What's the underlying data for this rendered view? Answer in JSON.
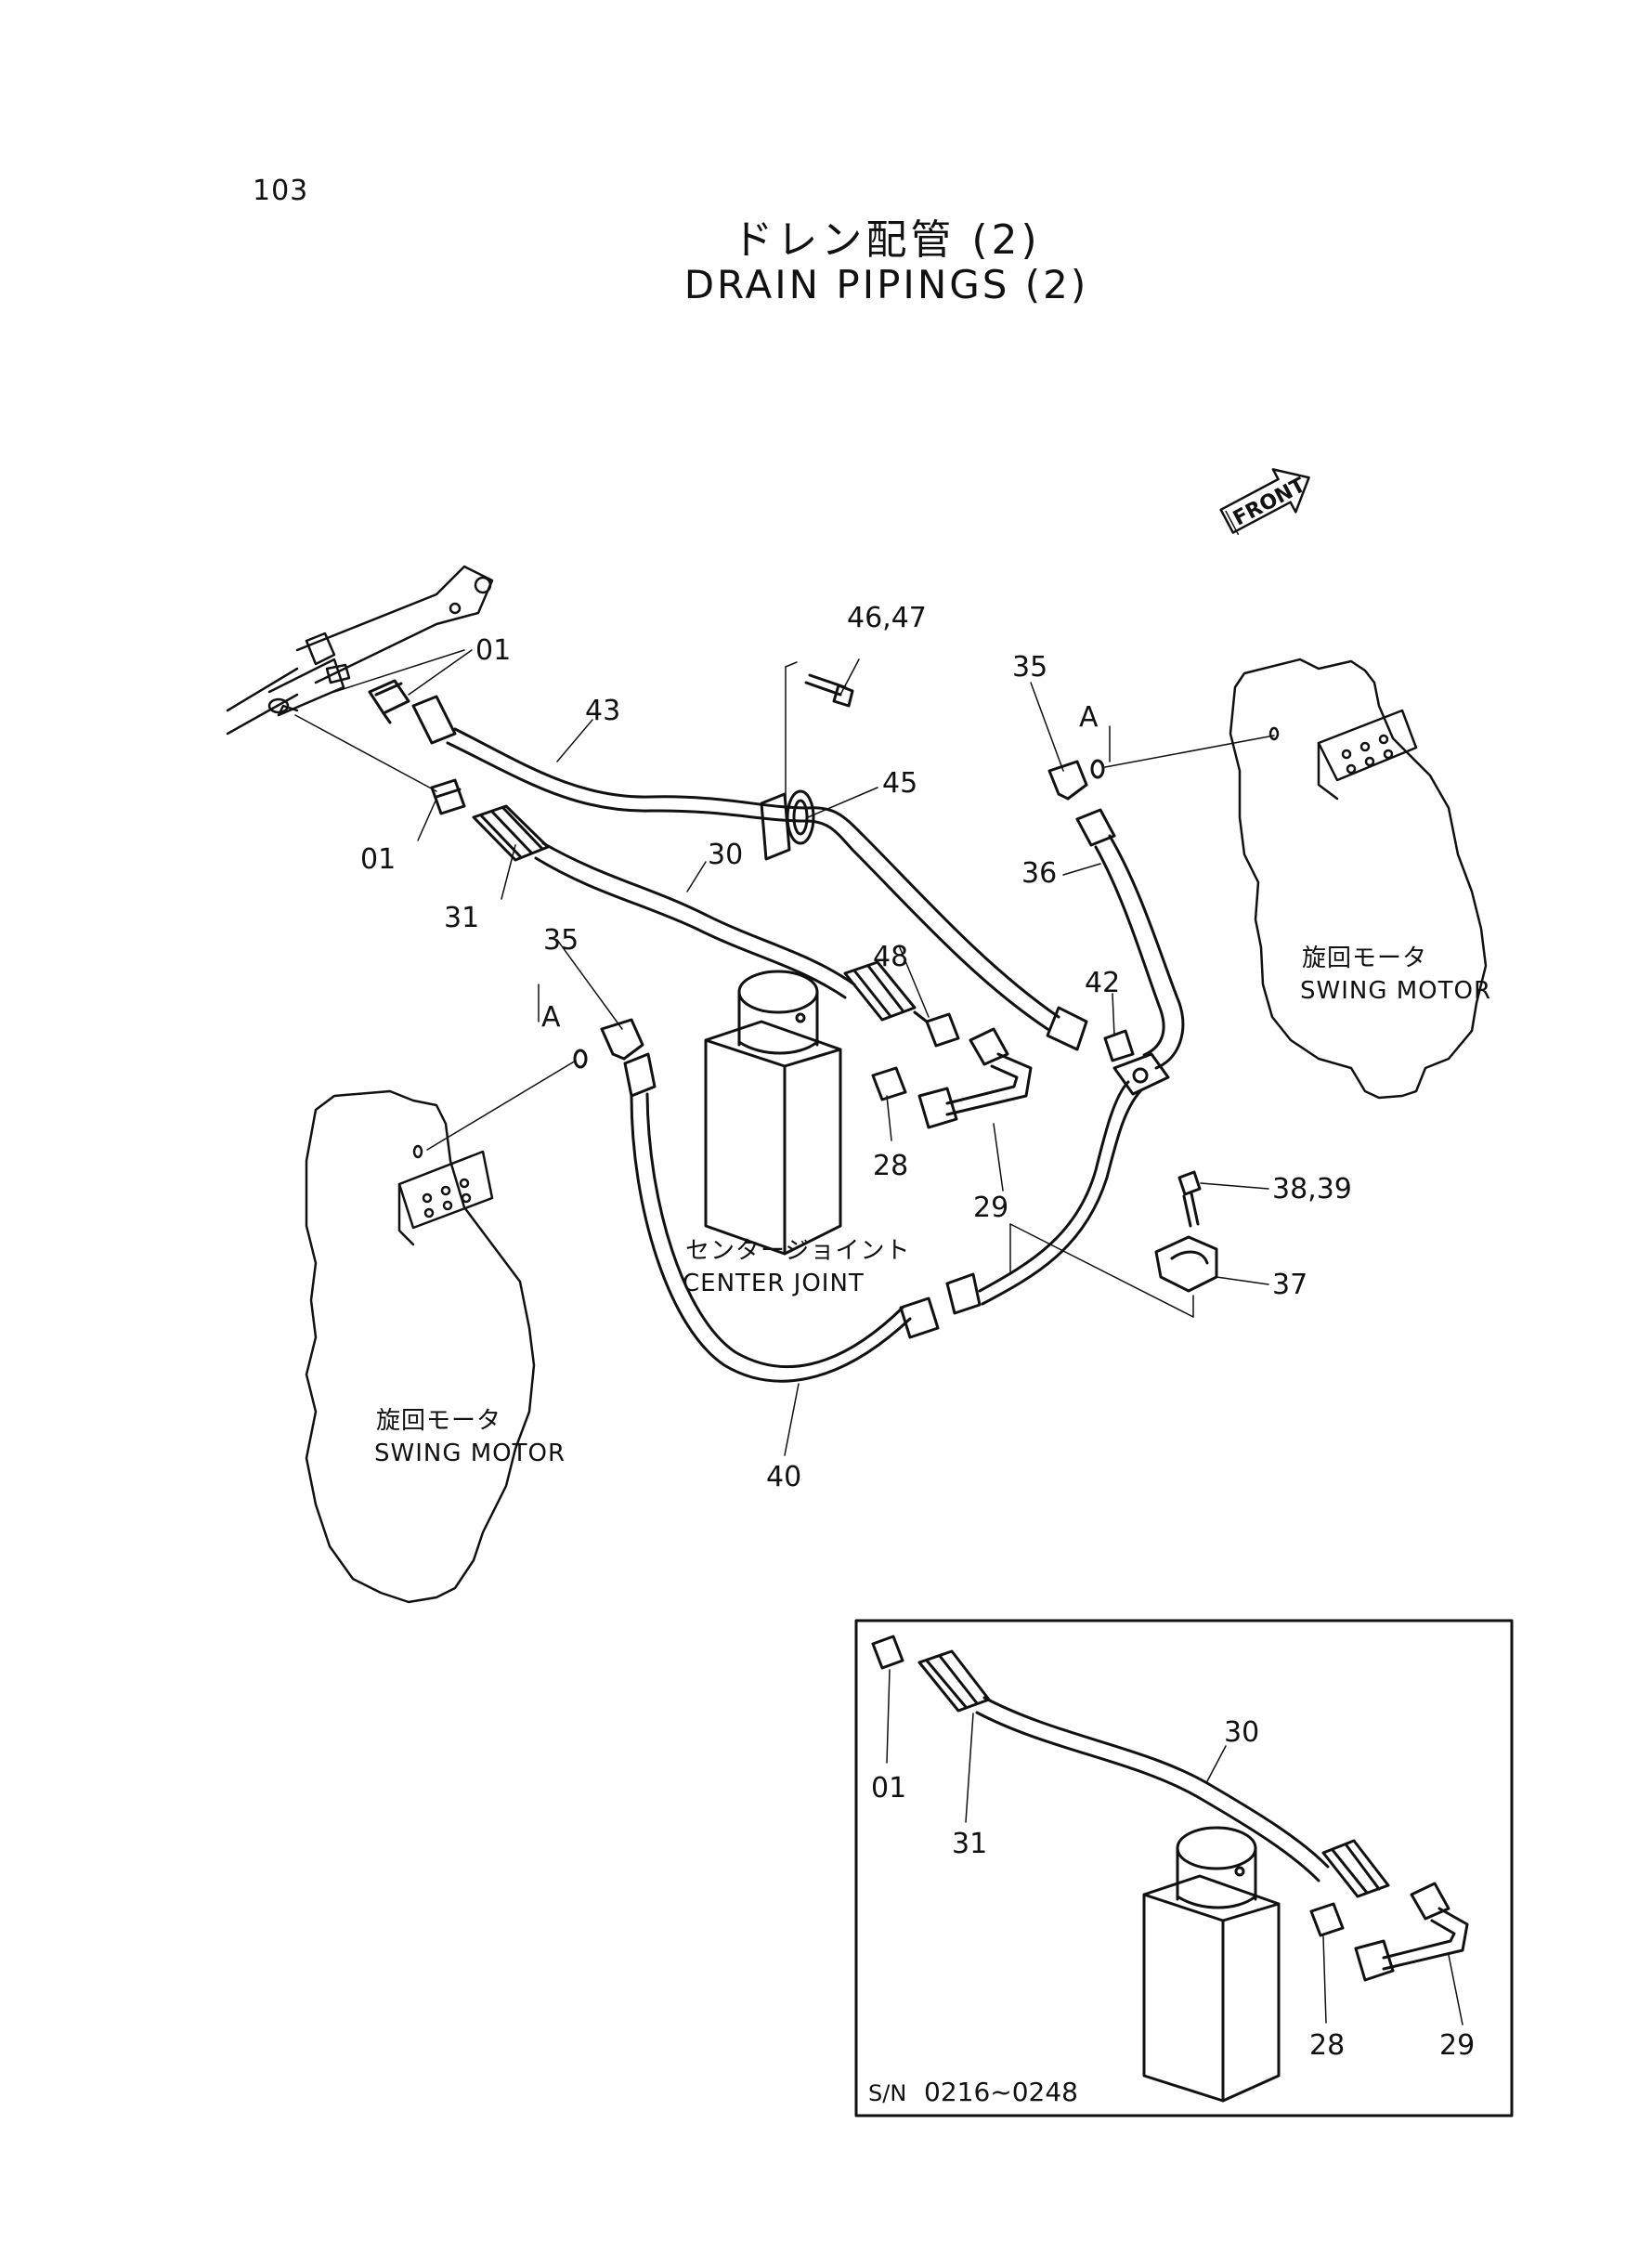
{
  "page_number": "103",
  "title_jp": "ドレン配管 (2)",
  "title_en": "DRAIN PIPINGS (2)",
  "front_label": "FRONT",
  "labels": {
    "p01_top": "01",
    "p01_left": "01",
    "p43": "43",
    "p4647": "46,47",
    "p45": "45",
    "p30": "30",
    "p31": "31",
    "p35_right": "35",
    "a_right": "A",
    "p36": "36",
    "p35_left": "35",
    "a_left": "A",
    "p48": "48",
    "p42": "42",
    "p28": "28",
    "p29": "29",
    "p3839": "38,39",
    "p37": "37",
    "p40": "40"
  },
  "captions": {
    "center_joint_jp": "センタージョイント",
    "center_joint_en": "CENTER JOINT",
    "swing_motor_right_jp": "旋回モータ",
    "swing_motor_right_en": "SWING MOTOR",
    "swing_motor_left_jp": "旋回モータ",
    "swing_motor_left_en": "SWING MOTOR"
  },
  "inset": {
    "labels": {
      "p30": "30",
      "p01": "01",
      "p31": "31",
      "p28": "28",
      "p29": "29"
    },
    "serial_prefix": "S/N",
    "serial_range": "0216~0248"
  }
}
